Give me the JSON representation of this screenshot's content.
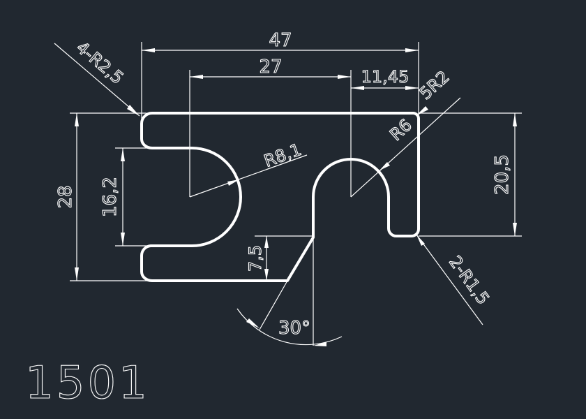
{
  "drawing": {
    "part_number": "1501",
    "background_color": "#212830",
    "line_color": "#ffffff",
    "dimensions": {
      "overall_width": "47",
      "slot_offset": "27",
      "right_offset": "11,45",
      "overall_height": "28",
      "inner_height": "16,2",
      "right_height": "20,5",
      "step_height": "7,5",
      "angle": "30°",
      "radius_large": "R8,1",
      "radius_slot": "R6",
      "radius_top_right": "5R2",
      "radius_corners": "4-R2,5",
      "radius_bottom": "2-R1,5"
    }
  }
}
